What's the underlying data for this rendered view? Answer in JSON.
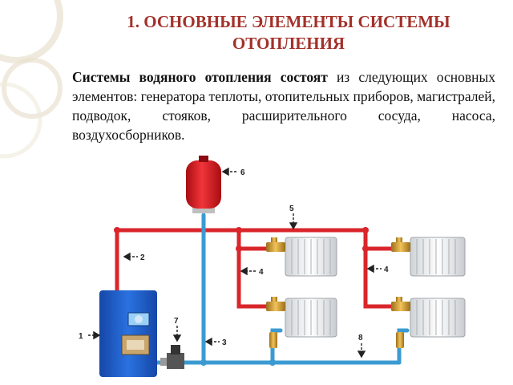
{
  "title": {
    "line1": "1. ОСНОВНЫЕ ЭЛЕМЕНТЫ СИСТЕМЫ",
    "line2": "ОТОПЛЕНИЯ"
  },
  "paragraph": {
    "bold": "Системы водяного отопления состоят",
    "rest": " из следующих основных элементов: генератора теплоты, отопительных приборов, магистралей, подводок, стояков, расширительного сосуда, насоса, воздухосборников."
  },
  "diagram": {
    "labels": {
      "boiler": "1",
      "supply_pipe": "2",
      "return_pipe": "3",
      "radiator_left": "4",
      "radiator_right": "4",
      "riser": "5",
      "expansion_tank": "6",
      "pump": "7",
      "return_main": "8"
    }
  },
  "colors": {
    "title": "#a3312a",
    "supply": "#d9262b",
    "return": "#3b9bd1",
    "boiler": "#1f5fc8",
    "tank": "#d8141c"
  }
}
